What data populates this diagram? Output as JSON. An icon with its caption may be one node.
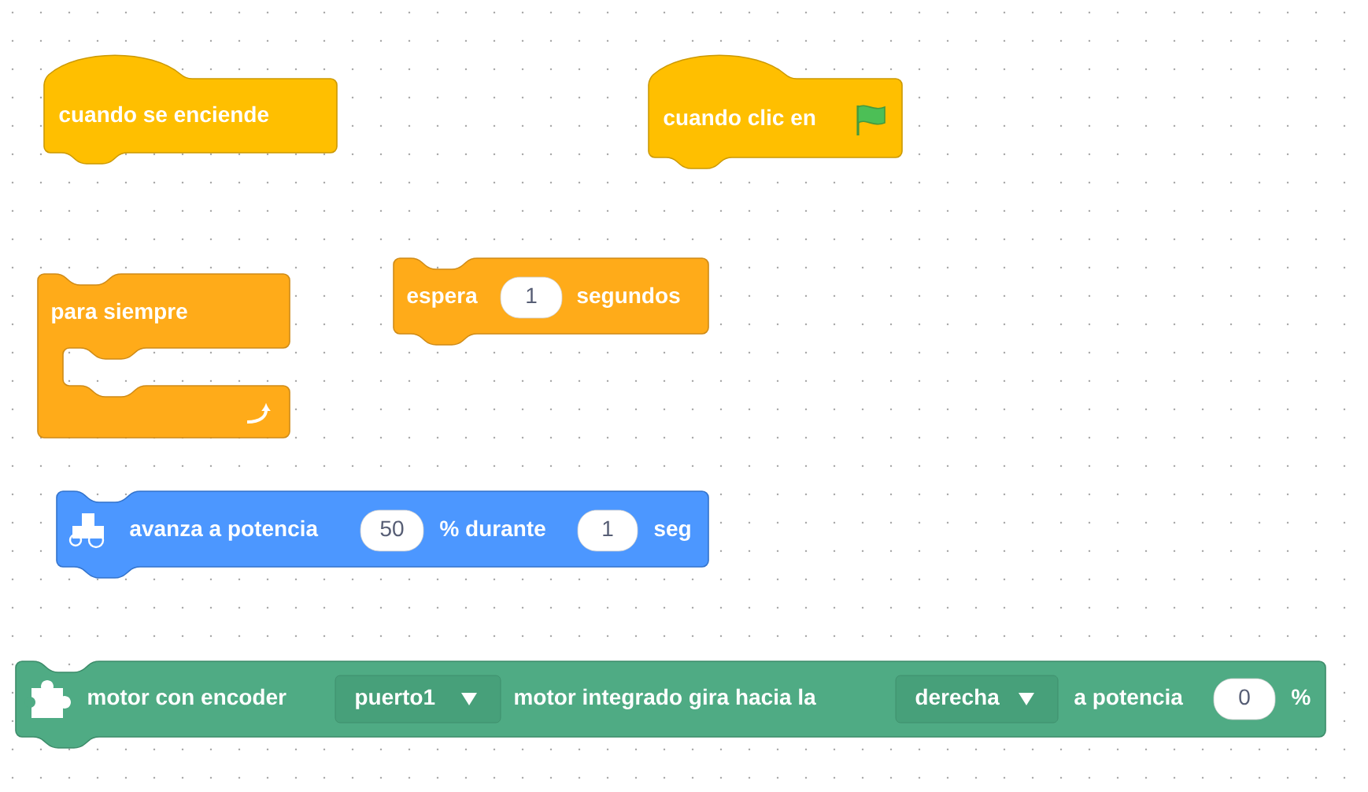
{
  "diagram": {
    "nodes": [
      {
        "text": [
          "cuando se enciende"
        ]
      },
      {
        "text": [
          "cuando clic en"
        ]
      },
      {
        "text": [
          "para siempre"
        ]
      },
      {
        "text": [
          "espera",
          "segundos"
        ]
      },
      {
        "text": [
          "1"
        ],
        "in": 3
      },
      {
        "text": [
          "avanza a potencia",
          "% durante",
          "seg"
        ]
      },
      {
        "text": [
          "50"
        ],
        "in": 5
      },
      {
        "text": [
          "1"
        ],
        "in": 5
      },
      {
        "text": [
          "motor con encoder",
          "motor integrado gira hacia la",
          "a potencia",
          "%"
        ]
      },
      {
        "text": [
          "puerto1"
        ],
        "in": 8
      },
      {
        "text": [
          "derecha"
        ],
        "in": 8
      },
      {
        "text": [
          "0"
        ],
        "in": 8
      }
    ]
  }
}
